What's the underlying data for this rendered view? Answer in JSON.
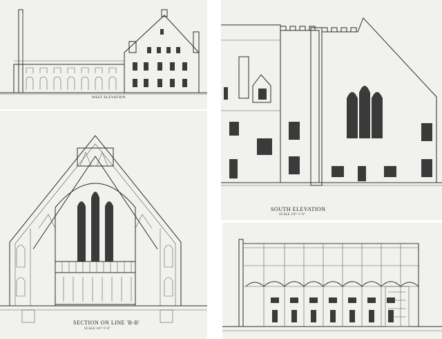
{
  "drawings": {
    "west_elevation": {
      "caption": "WEST ELEVATION",
      "scale": ""
    },
    "south_elevation": {
      "caption": "SOUTH ELEVATION",
      "scale": "SCALE 1/8\"=1'-0\""
    },
    "section": {
      "caption": "SECTION ON LINE 'B-B'",
      "scale": "SCALE 1/8\"=1'-0\""
    },
    "longitudinal_section": {
      "caption": "",
      "scale": ""
    }
  }
}
